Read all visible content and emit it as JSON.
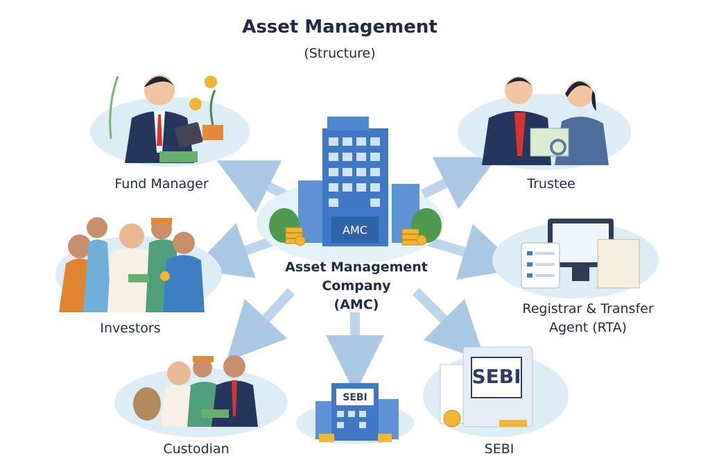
{
  "header": {
    "title": "Asset Management",
    "subtitle": "(Structure)"
  },
  "center": {
    "line1": "Asset Management",
    "line2": "Company",
    "line3": "(AMC)",
    "building_sign": "AMC"
  },
  "nodes": {
    "fund_manager": "Fund Manager",
    "trustee": "Trustee",
    "investors": "Investors",
    "rta_line1": "Registrar & Transfer",
    "rta_line2": "Agent (RTA)",
    "custodian": "Custodian",
    "sebi": "SEBI",
    "sebi_building_sign": "SEBI",
    "sebi_logo": "SEBI"
  },
  "colors": {
    "text": "#1f2b45",
    "arrow": "#b9d3ea",
    "wash": "#d8ecf6",
    "building": "#3f78c4",
    "coin": "#f2b632"
  }
}
